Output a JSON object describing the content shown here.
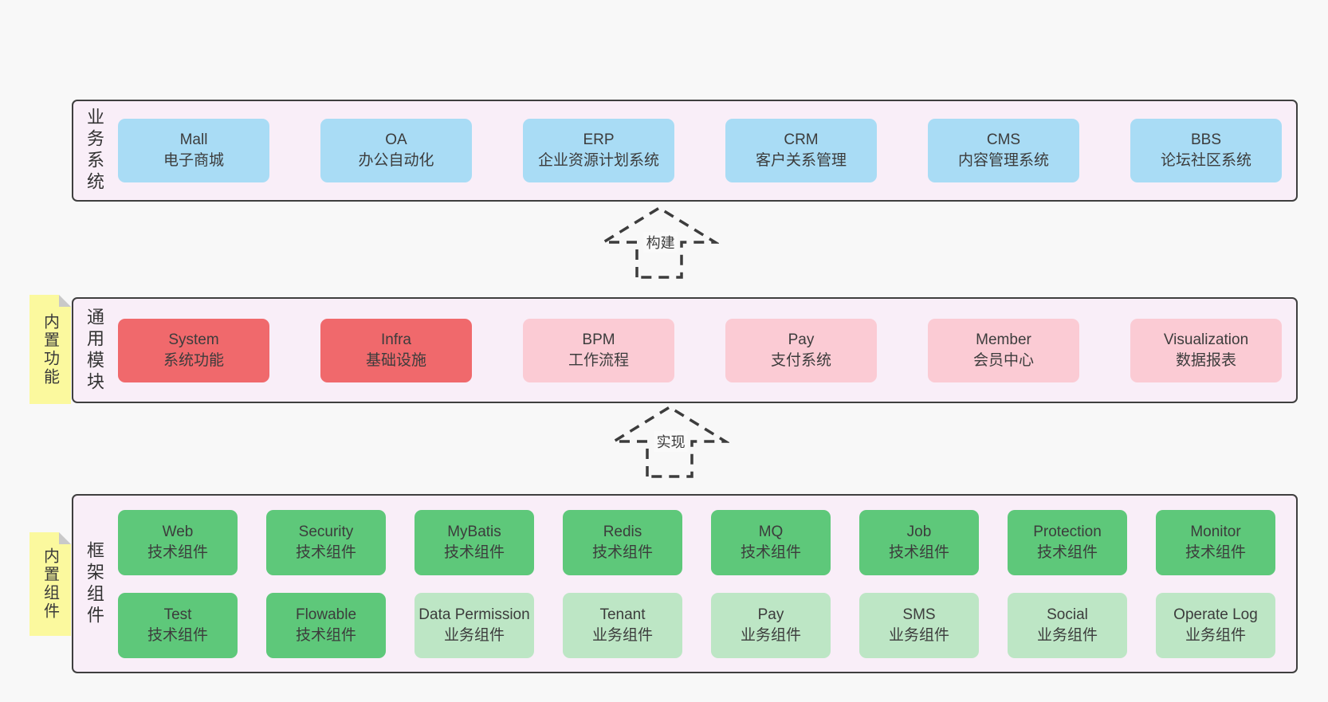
{
  "colors": {
    "page_bg": "#f8f8f8",
    "container_bg": "#f9eef8",
    "container_border": "#3f3f3f",
    "blue_box": "#a9dcf5",
    "red_box": "#f0696c",
    "pink_box": "#fbcbd4",
    "green_box": "#5ec87a",
    "light_green_box": "#bde6c5",
    "sticky_note": "#fbf99e",
    "text": "#3c3c3c"
  },
  "arrows": [
    {
      "label": "构建"
    },
    {
      "label": "实现"
    }
  ],
  "layers": [
    {
      "label": "业务系统",
      "boxes": [
        {
          "name": "Mall",
          "desc": "电子商城",
          "type": "blue"
        },
        {
          "name": "OA",
          "desc": "办公自动化",
          "type": "blue"
        },
        {
          "name": "ERP",
          "desc": "企业资源计划系统",
          "type": "blue"
        },
        {
          "name": "CRM",
          "desc": "客户关系管理",
          "type": "blue"
        },
        {
          "name": "CMS",
          "desc": "内容管理系统",
          "type": "blue"
        },
        {
          "name": "BBS",
          "desc": "论坛社区系统",
          "type": "blue"
        }
      ]
    },
    {
      "label": "通用模块",
      "sticky": "内置功能",
      "boxes": [
        {
          "name": "System",
          "desc": "系统功能",
          "type": "red"
        },
        {
          "name": "Infra",
          "desc": "基础设施",
          "type": "red"
        },
        {
          "name": "BPM",
          "desc": "工作流程",
          "type": "pink"
        },
        {
          "name": "Pay",
          "desc": "支付系统",
          "type": "pink"
        },
        {
          "name": "Member",
          "desc": "会员中心",
          "type": "pink"
        },
        {
          "name": "Visualization",
          "desc": "数据报表",
          "type": "pink"
        }
      ]
    },
    {
      "label": "框架组件",
      "sticky": "内置组件",
      "rows": [
        [
          {
            "name": "Web",
            "desc": "技术组件",
            "type": "green"
          },
          {
            "name": "Security",
            "desc": "技术组件",
            "type": "green"
          },
          {
            "name": "MyBatis",
            "desc": "技术组件",
            "type": "green"
          },
          {
            "name": "Redis",
            "desc": "技术组件",
            "type": "green"
          },
          {
            "name": "MQ",
            "desc": "技术组件",
            "type": "green"
          },
          {
            "name": "Job",
            "desc": "技术组件",
            "type": "green"
          },
          {
            "name": "Protection",
            "desc": "技术组件",
            "type": "green"
          },
          {
            "name": "Monitor",
            "desc": "技术组件",
            "type": "green"
          }
        ],
        [
          {
            "name": "Test",
            "desc": "技术组件",
            "type": "green"
          },
          {
            "name": "Flowable",
            "desc": "技术组件",
            "type": "green"
          },
          {
            "name": "Data Permission",
            "desc": "业务组件",
            "type": "lightgreen"
          },
          {
            "name": "Tenant",
            "desc": "业务组件",
            "type": "lightgreen"
          },
          {
            "name": "Pay",
            "desc": "业务组件",
            "type": "lightgreen"
          },
          {
            "name": "SMS",
            "desc": "业务组件",
            "type": "lightgreen"
          },
          {
            "name": "Social",
            "desc": "业务组件",
            "type": "lightgreen"
          },
          {
            "name": "Operate Log",
            "desc": "业务组件",
            "type": "lightgreen"
          }
        ]
      ]
    }
  ]
}
